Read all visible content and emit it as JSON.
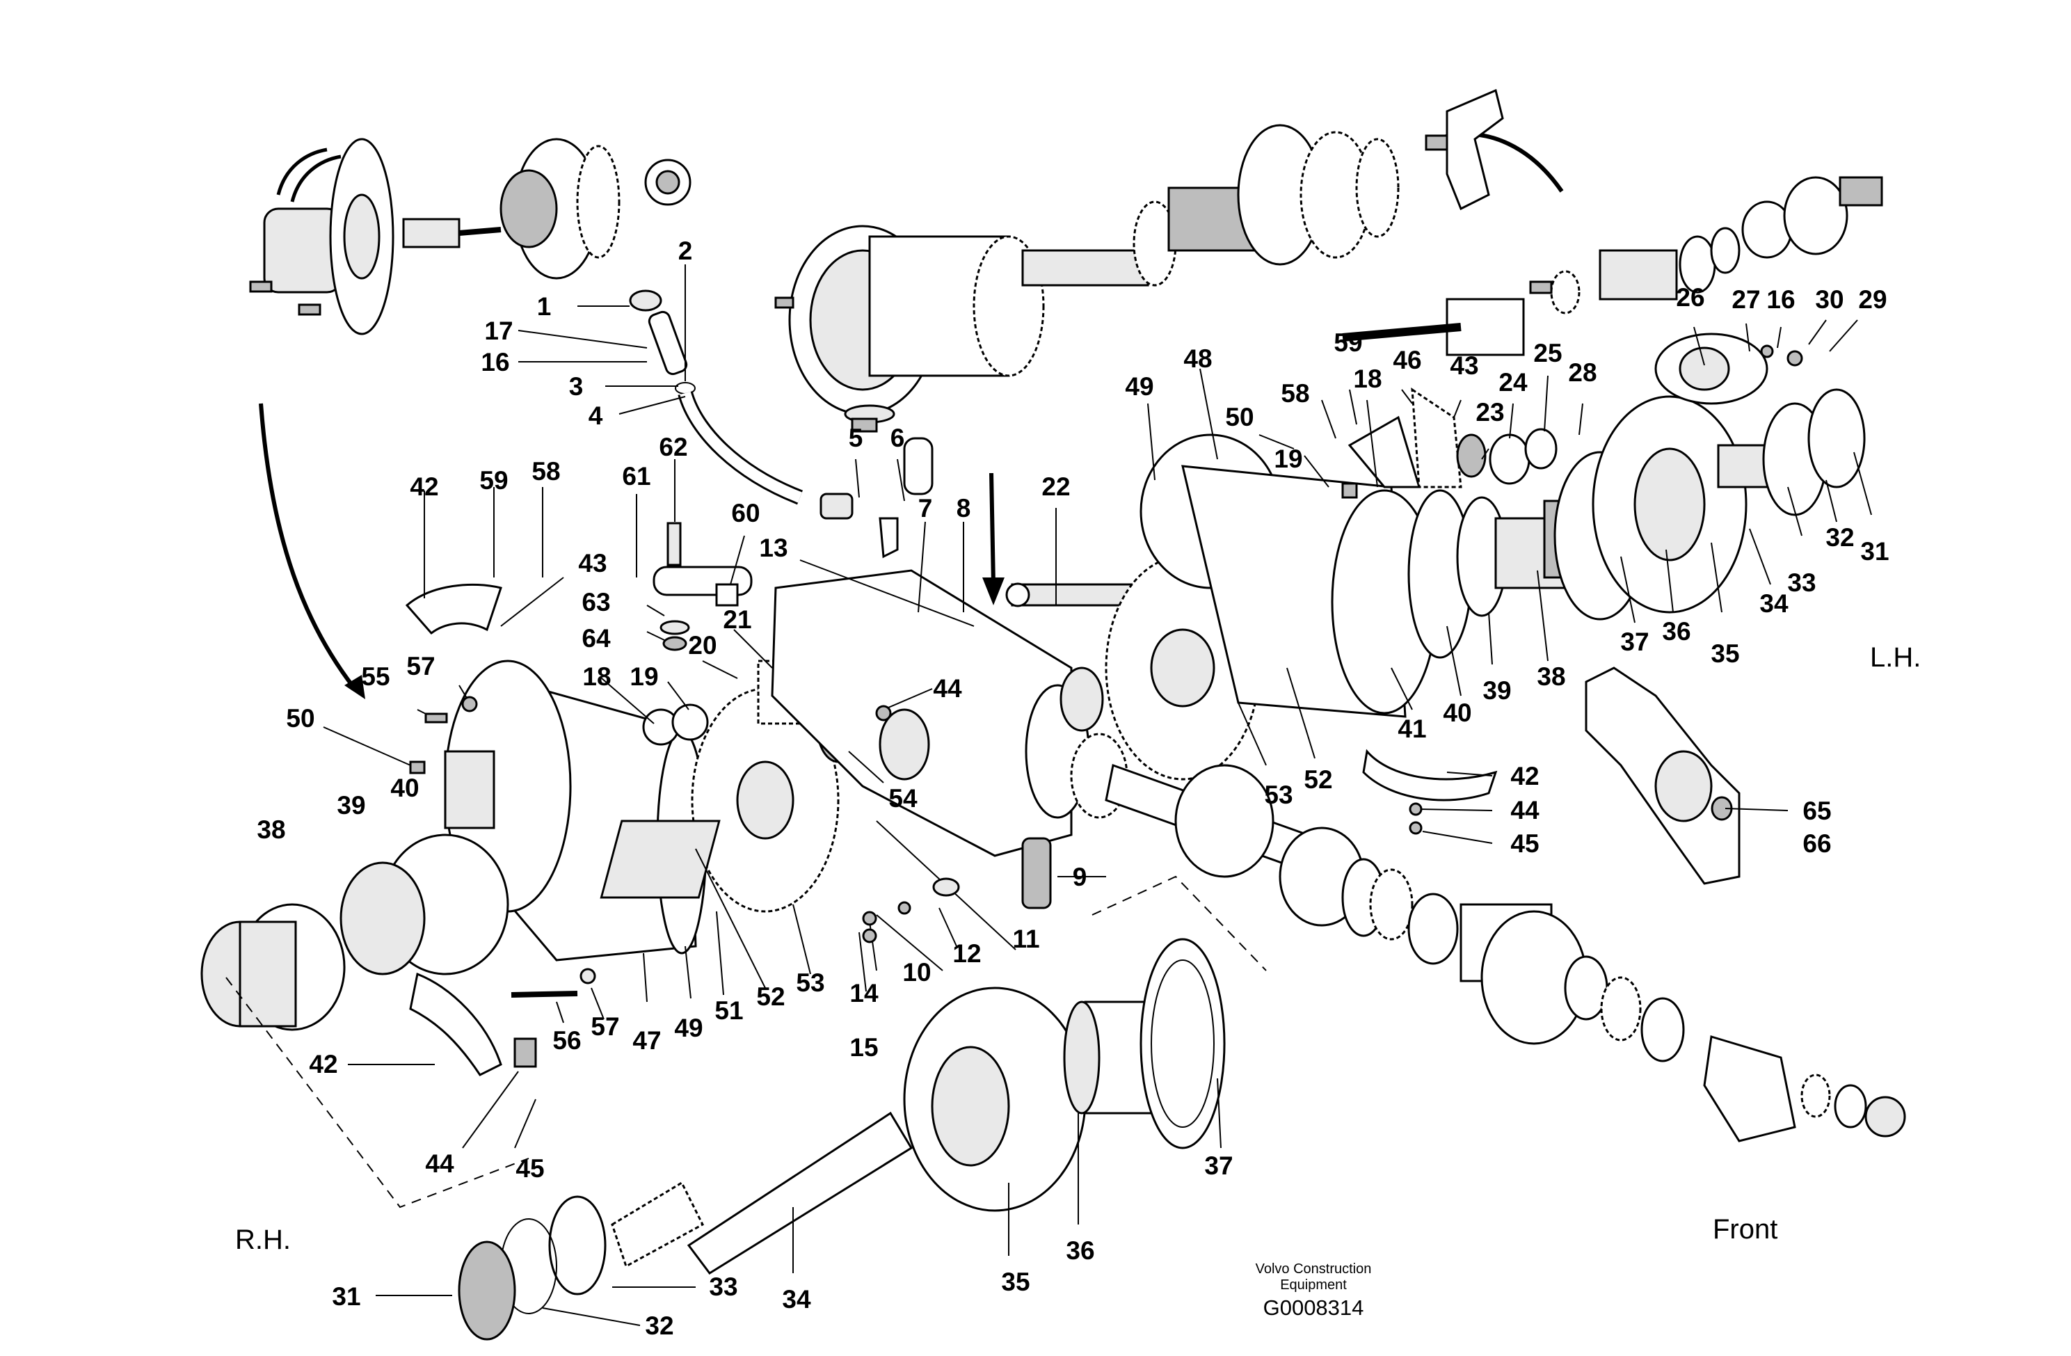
{
  "diagram": {
    "side_labels": {
      "rh": "R.H.",
      "lh": "L.H.",
      "front": "Front"
    },
    "credit": {
      "line1": "Volvo Construction",
      "line2": "Equipment",
      "code": "G0008314"
    },
    "callouts": [
      {
        "id": "c1",
        "text": "1"
      },
      {
        "id": "c2",
        "text": "2"
      },
      {
        "id": "c17",
        "text": "17"
      },
      {
        "id": "c16a",
        "text": "16"
      },
      {
        "id": "c3",
        "text": "3"
      },
      {
        "id": "c4",
        "text": "4"
      },
      {
        "id": "c5",
        "text": "5"
      },
      {
        "id": "c6",
        "text": "6"
      },
      {
        "id": "c62",
        "text": "62"
      },
      {
        "id": "c61",
        "text": "61"
      },
      {
        "id": "c60",
        "text": "60"
      },
      {
        "id": "c7",
        "text": "7"
      },
      {
        "id": "c8",
        "text": "8"
      },
      {
        "id": "c13",
        "text": "13"
      },
      {
        "id": "c22",
        "text": "22"
      },
      {
        "id": "c42a",
        "text": "42"
      },
      {
        "id": "c59a",
        "text": "59"
      },
      {
        "id": "c58a",
        "text": "58"
      },
      {
        "id": "c43a",
        "text": "43"
      },
      {
        "id": "c63",
        "text": "63"
      },
      {
        "id": "c64",
        "text": "64"
      },
      {
        "id": "c21",
        "text": "21"
      },
      {
        "id": "c18a",
        "text": "18"
      },
      {
        "id": "c19a",
        "text": "19"
      },
      {
        "id": "c20",
        "text": "20"
      },
      {
        "id": "c44a",
        "text": "44"
      },
      {
        "id": "c57a",
        "text": "57"
      },
      {
        "id": "c55",
        "text": "55"
      },
      {
        "id": "c50a",
        "text": "50"
      },
      {
        "id": "c38a",
        "text": "38"
      },
      {
        "id": "c39a",
        "text": "39"
      },
      {
        "id": "c40a",
        "text": "40"
      },
      {
        "id": "c54",
        "text": "54"
      },
      {
        "id": "c9",
        "text": "9"
      },
      {
        "id": "c11",
        "text": "11"
      },
      {
        "id": "c12",
        "text": "12"
      },
      {
        "id": "c10",
        "text": "10"
      },
      {
        "id": "c14",
        "text": "14"
      },
      {
        "id": "c15",
        "text": "15"
      },
      {
        "id": "c53a",
        "text": "53"
      },
      {
        "id": "c52a",
        "text": "52"
      },
      {
        "id": "c51",
        "text": "51"
      },
      {
        "id": "c49a",
        "text": "49"
      },
      {
        "id": "c47",
        "text": "47"
      },
      {
        "id": "c57b",
        "text": "57"
      },
      {
        "id": "c56",
        "text": "56"
      },
      {
        "id": "c42b",
        "text": "42"
      },
      {
        "id": "c44b",
        "text": "44"
      },
      {
        "id": "c45a",
        "text": "45"
      },
      {
        "id": "c31a",
        "text": "31"
      },
      {
        "id": "c32a",
        "text": "32"
      },
      {
        "id": "c33a",
        "text": "33"
      },
      {
        "id": "c34a",
        "text": "34"
      },
      {
        "id": "c35a",
        "text": "35"
      },
      {
        "id": "c36a",
        "text": "36"
      },
      {
        "id": "c37a",
        "text": "37"
      },
      {
        "id": "c49b",
        "text": "49"
      },
      {
        "id": "c48",
        "text": "48"
      },
      {
        "id": "c58b",
        "text": "58"
      },
      {
        "id": "c59b",
        "text": "59"
      },
      {
        "id": "c50b",
        "text": "50"
      },
      {
        "id": "c19b",
        "text": "19"
      },
      {
        "id": "c18b",
        "text": "18"
      },
      {
        "id": "c46",
        "text": "46"
      },
      {
        "id": "c43b",
        "text": "43"
      },
      {
        "id": "c24",
        "text": "24"
      },
      {
        "id": "c25",
        "text": "25"
      },
      {
        "id": "c28",
        "text": "28"
      },
      {
        "id": "c23",
        "text": "23"
      },
      {
        "id": "c26",
        "text": "26"
      },
      {
        "id": "c27",
        "text": "27"
      },
      {
        "id": "c16b",
        "text": "16"
      },
      {
        "id": "c30",
        "text": "30"
      },
      {
        "id": "c29",
        "text": "29"
      },
      {
        "id": "c53b",
        "text": "53"
      },
      {
        "id": "c52b",
        "text": "52"
      },
      {
        "id": "c41",
        "text": "41"
      },
      {
        "id": "c40b",
        "text": "40"
      },
      {
        "id": "c39b",
        "text": "39"
      },
      {
        "id": "c38b",
        "text": "38"
      },
      {
        "id": "c37b",
        "text": "37"
      },
      {
        "id": "c36b",
        "text": "36"
      },
      {
        "id": "c35b",
        "text": "35"
      },
      {
        "id": "c34b",
        "text": "34"
      },
      {
        "id": "c33b",
        "text": "33"
      },
      {
        "id": "c32b",
        "text": "32"
      },
      {
        "id": "c31b",
        "text": "31"
      },
      {
        "id": "c42c",
        "text": "42"
      },
      {
        "id": "c44c",
        "text": "44"
      },
      {
        "id": "c45b",
        "text": "45"
      },
      {
        "id": "c65",
        "text": "65"
      },
      {
        "id": "c66",
        "text": "66"
      }
    ]
  }
}
